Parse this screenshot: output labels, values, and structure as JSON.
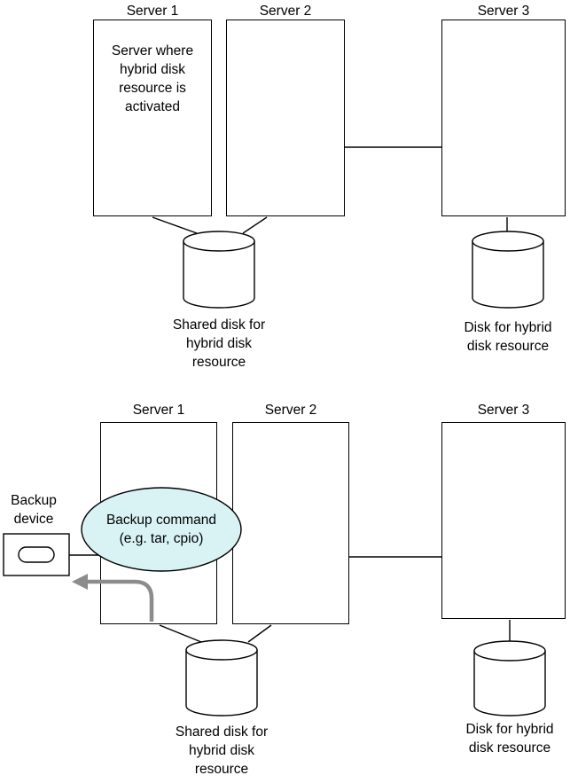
{
  "top": {
    "server1_label": "Server 1",
    "server1_note": "Server where\nhybrid disk\nresource is\nactivated",
    "server2_label": "Server 2",
    "server3_label": "Server 3",
    "shared_disk_label": "Shared disk for\nhybrid disk\nresource",
    "hybrid_disk_label": "Disk for hybrid\ndisk resource"
  },
  "bottom": {
    "server1_label": "Server 1",
    "server2_label": "Server 2",
    "server3_label": "Server 3",
    "backup_device_label": "Backup\ndevice",
    "backup_command_label": "Backup command\n(e.g. tar, cpio)",
    "shared_disk_label": "Shared disk for\nhybrid disk\nresource",
    "hybrid_disk_label": "Disk for hybrid\ndisk resource"
  },
  "colors": {
    "backup_command_fill": "#d9f3f5",
    "arrow_gray": "#8c8c8c"
  }
}
